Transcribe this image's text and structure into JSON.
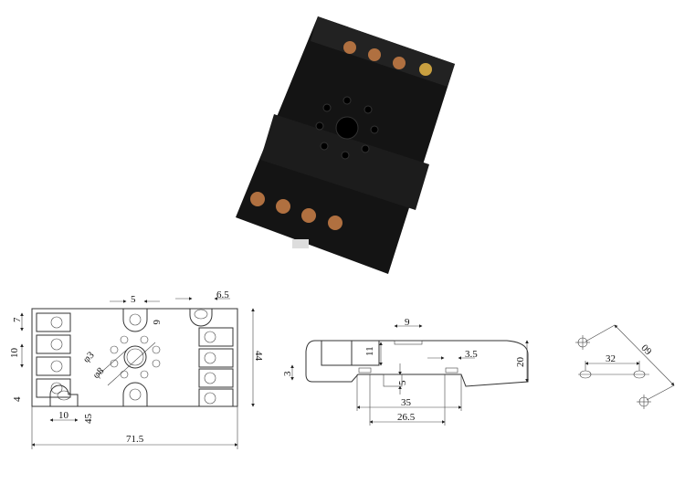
{
  "photo": {
    "subject": "relay-socket"
  },
  "front_view": {
    "d_5": "5",
    "d_6_5": "6.5",
    "d_7": "7",
    "d_6": "6",
    "d_10": "10",
    "d_phi3": "φ3",
    "d_phi8": "φ8",
    "d_4": "4",
    "d_44": "44",
    "d_10b": "10",
    "d_45": "45",
    "d_71_5": "71.5"
  },
  "side_view": {
    "d_9": "9",
    "d_11": "11",
    "d_3_5": "3.5",
    "d_3": "3",
    "d_5": "5",
    "d_20": "20",
    "d_35": "35",
    "d_26_5": "26.5"
  },
  "mount_pattern": {
    "d_32": "32",
    "d_60": "60"
  }
}
